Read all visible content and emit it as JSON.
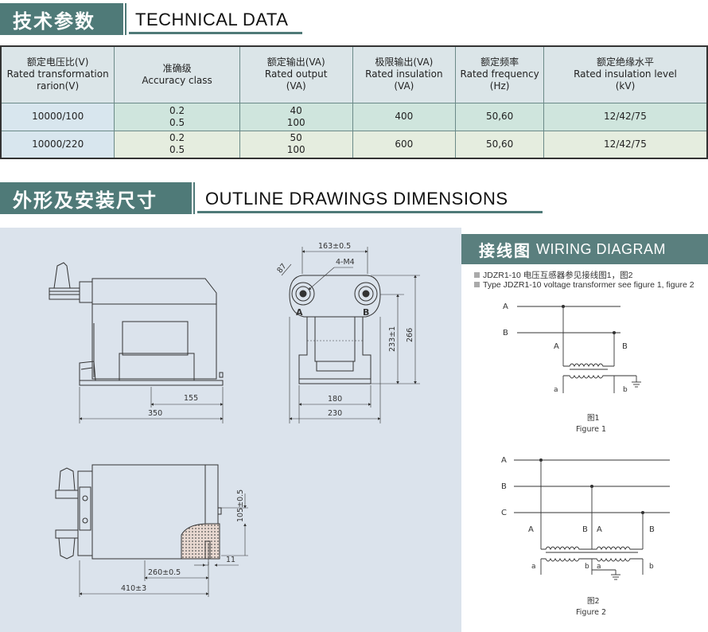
{
  "tech_header": {
    "zh": "技术参数",
    "en": "TECHNICAL DATA"
  },
  "table": {
    "headers": [
      {
        "zh": "额定电压比(V)",
        "en1": "Rated transformation",
        "en2": "rarion(V)"
      },
      {
        "zh": "准确级",
        "en1": "Accuracy class",
        "en2": ""
      },
      {
        "zh": "额定输出(VA)",
        "en1": "Rated output",
        "en2": "(VA)"
      },
      {
        "zh": "极限输出(VA)",
        "en1": "Rated insulation",
        "en2": "(VA)"
      },
      {
        "zh": "额定频率",
        "en1": "Rated frequency",
        "en2": "(Hz)"
      },
      {
        "zh": "额定绝缘水平",
        "en1": "Rated insulation level",
        "en2": "(kV)"
      }
    ],
    "rows": [
      {
        "ratio": "10000/100",
        "acc1": "0.2",
        "acc2": "0.5",
        "out1": "40",
        "out2": "100",
        "limit": "400",
        "freq": "50,60",
        "ins": "12/42/75"
      },
      {
        "ratio": "10000/220",
        "acc1": "0.2",
        "acc2": "0.5",
        "out1": "50",
        "out2": "100",
        "limit": "600",
        "freq": "50,60",
        "ins": "12/42/75"
      }
    ]
  },
  "outline_header": {
    "zh": "外形及安装尺寸",
    "en": "OUTLINE  DRAWINGS  DIMENSIONS"
  },
  "dims": {
    "d155": "155",
    "d350": "350",
    "d163": "163±0.5",
    "d4m4": "4-M4",
    "d87": "87",
    "dA": "A",
    "dB": "B",
    "d233": "233±1",
    "d266": "266",
    "d180": "180",
    "d230": "230",
    "d105": "105±0.5",
    "d11": "11",
    "d260": "260±0.5",
    "d410": "410±3"
  },
  "wiring": {
    "zh": "接线图",
    "en": "WIRING DIAGRAM",
    "note1": "JDZR1-10  电压互感器参见接线图1，图2",
    "note2": "Type JDZR1-10  voltage transformer see figure 1, figure 2",
    "fig1": {
      "A": "A",
      "B": "B",
      "wA": "A",
      "wB": "B",
      "a": "a",
      "b": "b",
      "cap_zh": "图1",
      "cap_en": "Figure 1"
    },
    "fig2": {
      "A": "A",
      "B": "B",
      "C": "C",
      "wA1": "A",
      "wB1": "B",
      "wA2": "A",
      "wB2": "B",
      "a1": "a",
      "b1": "b",
      "a2": "a",
      "b2": "b",
      "cap_zh": "图2",
      "cap_en": "Figure 2"
    }
  },
  "colors": {
    "accent": "#4f7a78",
    "drawing_bg": "#dbe3ec",
    "header_bg": "#dbe5e8",
    "row1": "#cfe5dd",
    "row2": "#e5eddf"
  }
}
